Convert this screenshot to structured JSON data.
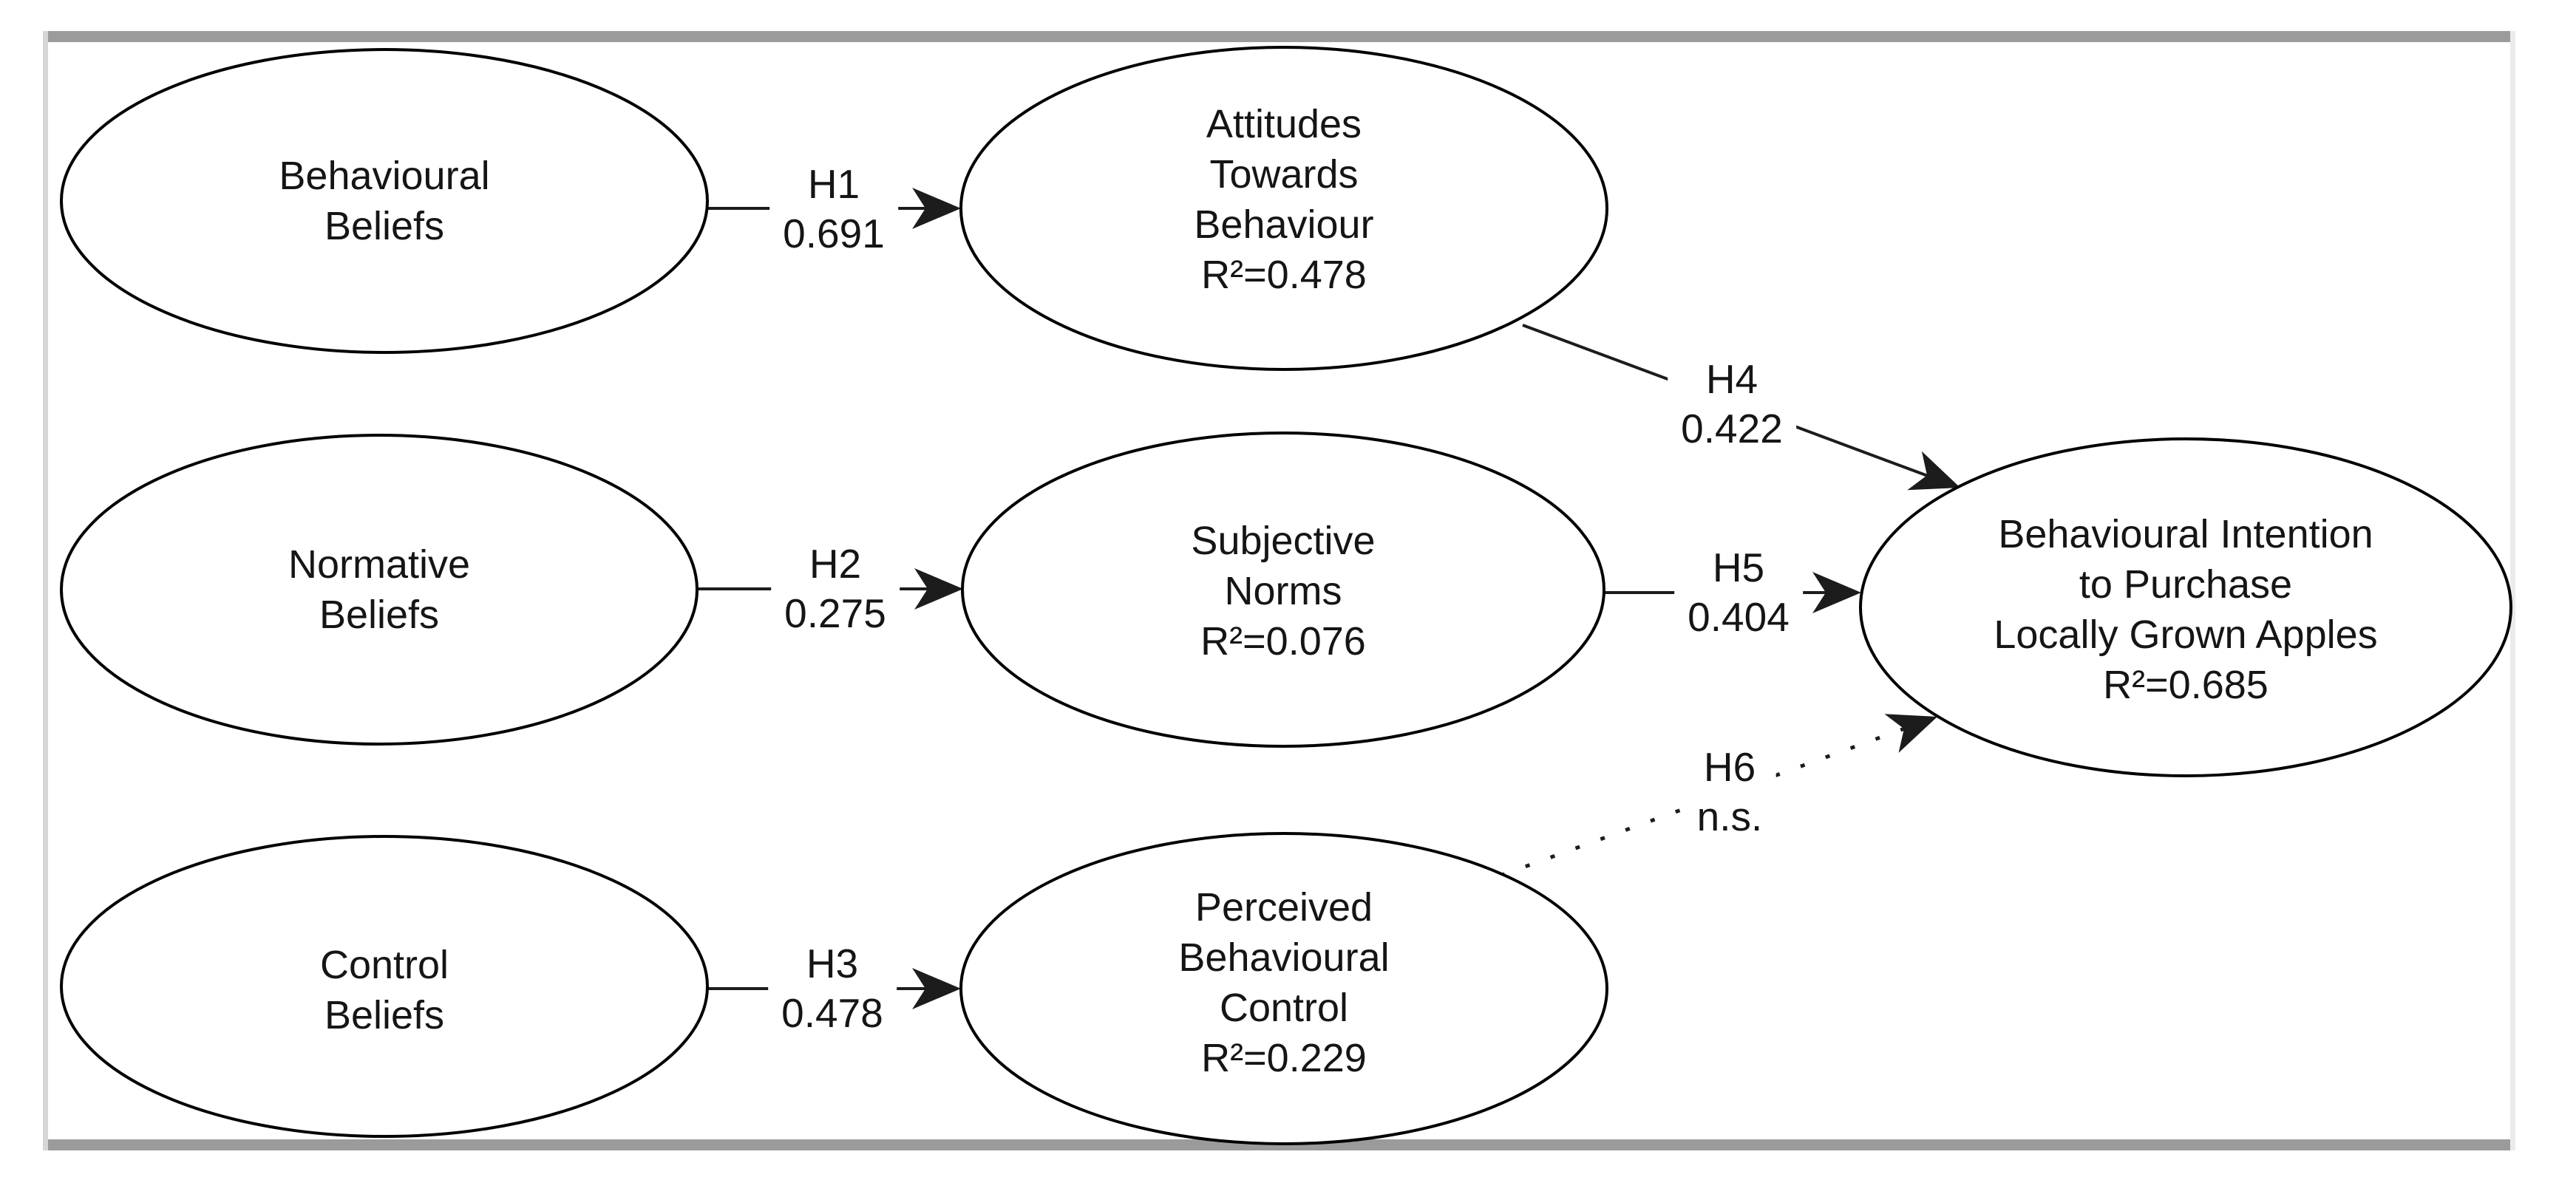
{
  "colors": {
    "frame_gray": "#9b9b9b",
    "side_border_left": "#d6d6d6",
    "side_border_right": "#ebebeb",
    "node_fill": "#ffffff",
    "node_stroke": "#000000",
    "ink": "#151515",
    "background": "#ffffff"
  },
  "diagram": {
    "type": "path-model",
    "nodes": [
      {
        "id": "behavioural-beliefs",
        "label": "Behavioural\nBeliefs"
      },
      {
        "id": "attitudes-towards-behaviour",
        "label": "Attitudes\nTowards\nBehaviour\nR²=0.478"
      },
      {
        "id": "normative-beliefs",
        "label": "Normative\nBeliefs"
      },
      {
        "id": "subjective-norms",
        "label": "Subjective\nNorms\nR²=0.076"
      },
      {
        "id": "control-beliefs",
        "label": "Control\nBeliefs"
      },
      {
        "id": "perceived-behavioural-control",
        "label": "Perceived\nBehavioural\nControl\nR²=0.229"
      },
      {
        "id": "behavioural-intention",
        "label": "Behavioural Intention\nto Purchase\nLocally Grown Apples\nR²=0.685"
      }
    ],
    "edges": [
      {
        "id": "h1",
        "hypothesis": "H1",
        "value": "0.691",
        "from": "behavioural-beliefs",
        "to": "attitudes-towards-behaviour",
        "style": "solid"
      },
      {
        "id": "h2",
        "hypothesis": "H2",
        "value": "0.275",
        "from": "normative-beliefs",
        "to": "subjective-norms",
        "style": "solid"
      },
      {
        "id": "h3",
        "hypothesis": "H3",
        "value": "0.478",
        "from": "control-beliefs",
        "to": "perceived-behavioural-control",
        "style": "solid"
      },
      {
        "id": "h4",
        "hypothesis": "H4",
        "value": "0.422",
        "from": "attitudes-towards-behaviour",
        "to": "behavioural-intention",
        "style": "solid"
      },
      {
        "id": "h5",
        "hypothesis": "H5",
        "value": "0.404",
        "from": "subjective-norms",
        "to": "behavioural-intention",
        "style": "solid"
      },
      {
        "id": "h6",
        "hypothesis": "H6",
        "value": "n.s.",
        "from": "perceived-behavioural-control",
        "to": "behavioural-intention",
        "style": "dotted"
      }
    ]
  }
}
